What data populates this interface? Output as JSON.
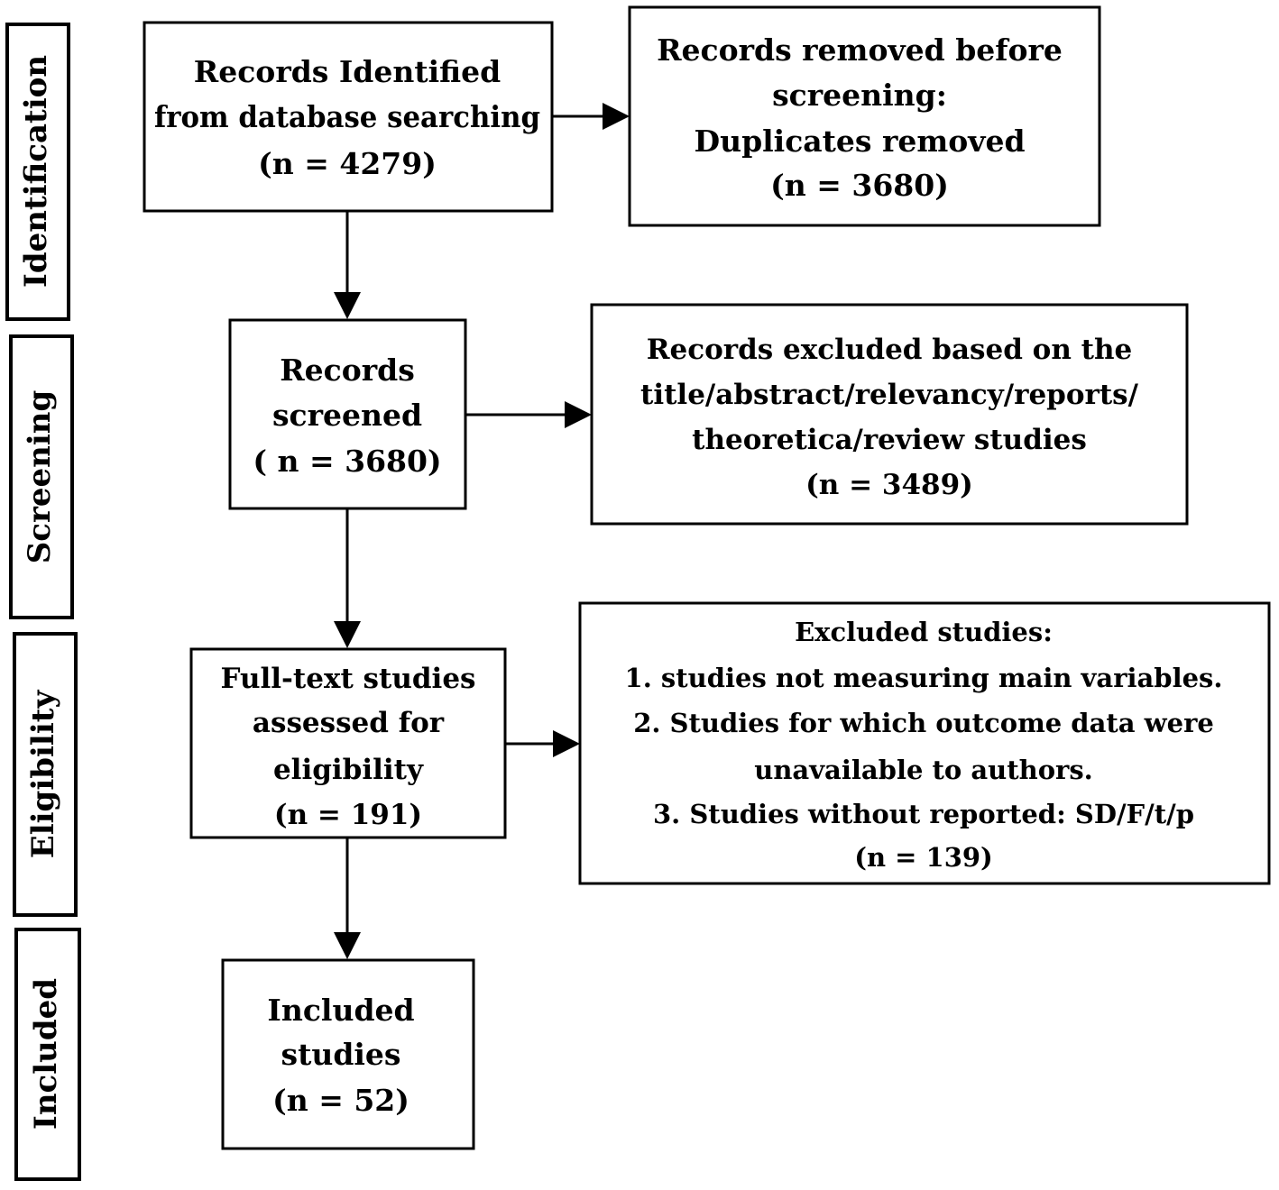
{
  "phases": [
    {
      "id": "identification",
      "label": "Identification"
    },
    {
      "id": "screening",
      "label": "Screening"
    },
    {
      "id": "eligibility",
      "label": "Eligibility"
    },
    {
      "id": "included",
      "label": "Included"
    }
  ],
  "boxes": {
    "identified": {
      "lines": [
        "Records Identified",
        "from database searching",
        "(n = 4279)"
      ]
    },
    "removed": {
      "lines": [
        "Records removed before",
        "screening:",
        "Duplicates removed",
        "(n = 3680)"
      ]
    },
    "screened": {
      "lines": [
        "Records",
        "screened",
        "( n = 3680)"
      ]
    },
    "excluded_screening": {
      "lines": [
        "Records excluded based on the",
        "title/abstract/relevancy/reports/",
        "theoretica/review studies",
        "(n = 3489)"
      ]
    },
    "fulltext": {
      "lines": [
        "Full-text studies",
        "assessed for",
        "eligibility",
        "(n = 191)"
      ]
    },
    "excluded_studies": {
      "lines": [
        "Excluded studies:",
        "1. studies not measuring main variables.",
        "2. Studies for which outcome data were",
        "unavailable to authors.",
        "3. Studies without reported: SD/F/t/p",
        "(n = 139)"
      ]
    },
    "included": {
      "lines": [
        "Included",
        "studies",
        "(n = 52)"
      ]
    }
  }
}
